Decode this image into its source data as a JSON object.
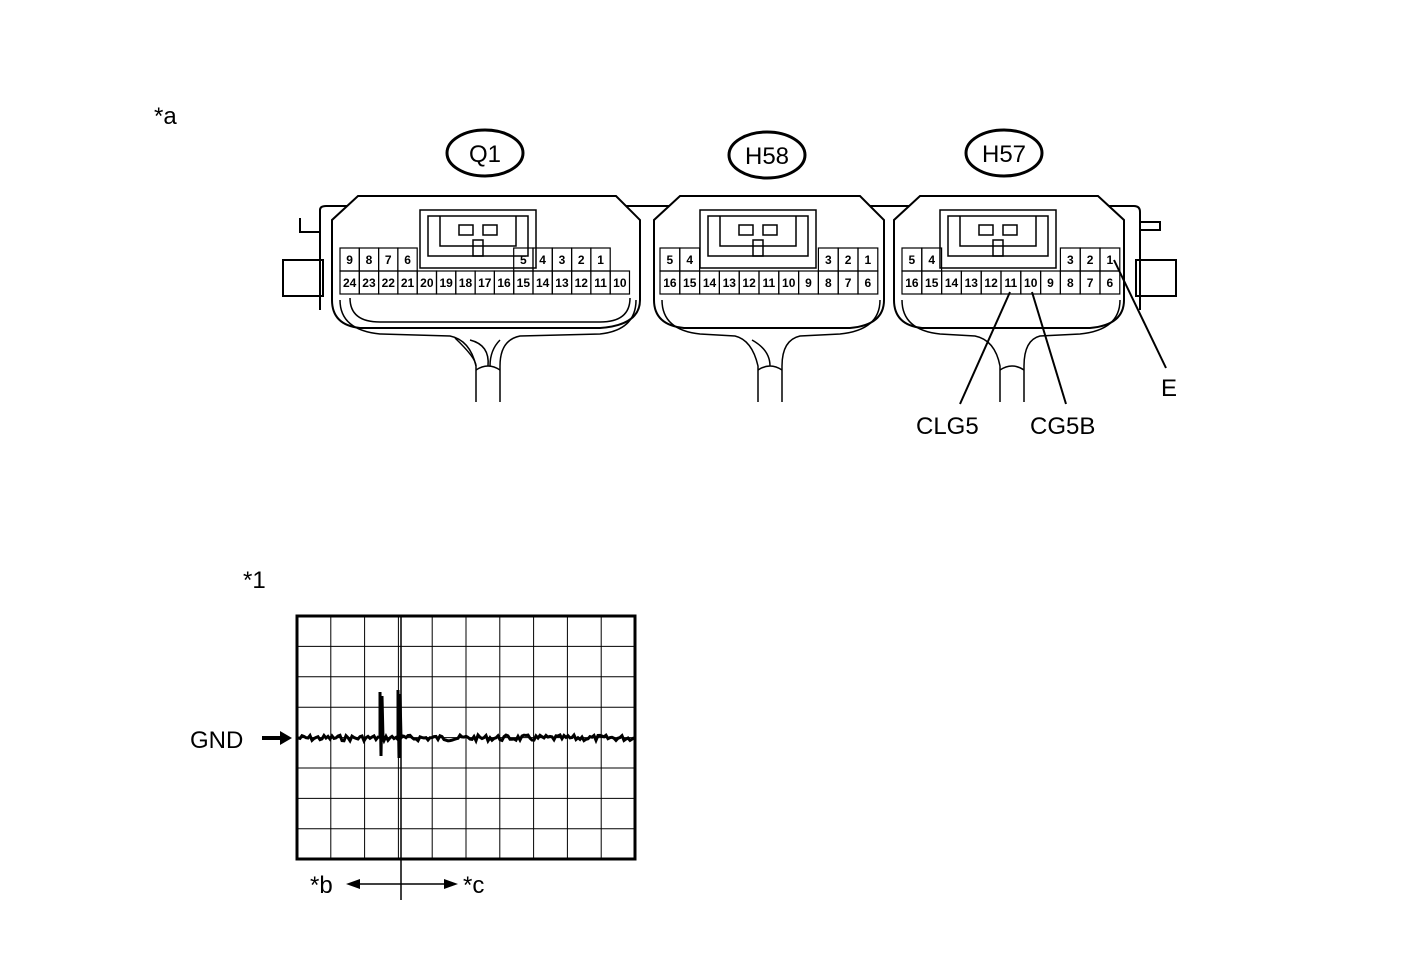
{
  "labels": {
    "figure_a": "*a",
    "figure_1": "*1",
    "gnd": "GND",
    "b": "*b",
    "c": "*c"
  },
  "connectors": [
    {
      "code": "Q1",
      "top_row": [
        "9",
        "8",
        "7",
        "6",
        "",
        "",
        "",
        "",
        "",
        "5",
        "4",
        "3",
        "2",
        "1"
      ],
      "bottom_row": [
        "24",
        "23",
        "22",
        "21",
        "20",
        "19",
        "18",
        "17",
        "16",
        "15",
        "14",
        "13",
        "12",
        "11",
        "10"
      ]
    },
    {
      "code": "H58",
      "top_row": [
        "5",
        "4",
        "",
        "",
        "",
        "",
        "",
        "",
        "3",
        "2",
        "1"
      ],
      "bottom_row": [
        "16",
        "15",
        "14",
        "13",
        "12",
        "11",
        "10",
        "9",
        "8",
        "7",
        "6"
      ]
    },
    {
      "code": "H57",
      "top_row": [
        "5",
        "4",
        "",
        "",
        "",
        "",
        "",
        "",
        "3",
        "2",
        "1"
      ],
      "bottom_row": [
        "16",
        "15",
        "14",
        "13",
        "12",
        "11",
        "10",
        "9",
        "8",
        "7",
        "6"
      ]
    }
  ],
  "terminals": {
    "clg5": "CLG5",
    "cg5b": "CG5B",
    "e": "E"
  }
}
